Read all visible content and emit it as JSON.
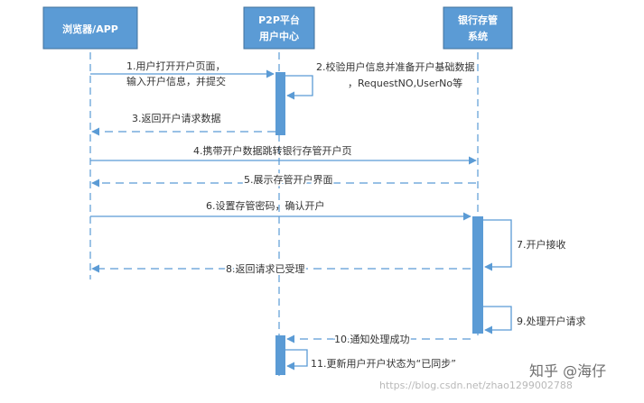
{
  "participants": [
    {
      "id": "browser",
      "lines": [
        "浏览器/APP"
      ]
    },
    {
      "id": "p2p",
      "lines": [
        "P2P平台",
        "用户中心"
      ]
    },
    {
      "id": "bank",
      "lines": [
        "银行存管",
        "系统"
      ]
    }
  ],
  "messages": [
    {
      "id": "m1",
      "lines": [
        "1.用户打开开户页面，",
        "输入开户信息，并提交"
      ],
      "from": "browser",
      "to": "p2p",
      "style": "solid"
    },
    {
      "id": "m2",
      "lines": [
        "2.校验用户信息并准备开户基础数据",
        "，RequestNO,UserNo等"
      ],
      "from": "p2p",
      "to": "p2p",
      "style": "solid"
    },
    {
      "id": "m3",
      "lines": [
        "3.返回开户请求数据"
      ],
      "from": "p2p",
      "to": "browser",
      "style": "dashed"
    },
    {
      "id": "m4",
      "lines": [
        "4.携带开户数据跳转银行存管开户页"
      ],
      "from": "browser",
      "to": "bank",
      "style": "solid"
    },
    {
      "id": "m5",
      "lines": [
        "5.展示存管开户界面"
      ],
      "from": "bank",
      "to": "browser",
      "style": "dashed"
    },
    {
      "id": "m6",
      "lines": [
        "6.设置存管密码，确认开户"
      ],
      "from": "browser",
      "to": "bank",
      "style": "solid"
    },
    {
      "id": "m7",
      "lines": [
        "7.开户接收"
      ],
      "from": "bank",
      "to": "bank",
      "style": "solid"
    },
    {
      "id": "m8",
      "lines": [
        "8.返回请求已受理"
      ],
      "from": "bank",
      "to": "browser",
      "style": "dashed"
    },
    {
      "id": "m9",
      "lines": [
        "9.处理开户请求"
      ],
      "from": "bank",
      "to": "bank",
      "style": "solid"
    },
    {
      "id": "m10",
      "lines": [
        "10.通知处理成功"
      ],
      "from": "bank",
      "to": "p2p",
      "style": "dashed"
    },
    {
      "id": "m11",
      "lines": [
        "11.更新用户开户状态为“已同步”"
      ],
      "from": "p2p",
      "to": "p2p",
      "style": "solid"
    }
  ],
  "watermark": {
    "brand": "知乎 @海仔",
    "url": "https://blog.csdn.net/zhao1299002788"
  },
  "colors": {
    "header_fill": "#5b9bd5",
    "line": "#5b9bd5",
    "activation": "#5b9bd5",
    "text": "#333333",
    "header_text": "#ffffff"
  }
}
